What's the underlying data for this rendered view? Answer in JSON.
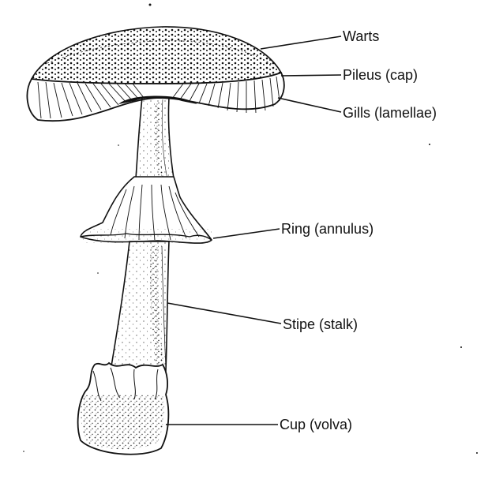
{
  "diagram": {
    "labels": {
      "warts": "Warts",
      "pileus": "Pileus (cap)",
      "gills": "Gills (lamellae)",
      "ring": "Ring (annulus)",
      "stipe": "Stipe (stalk)",
      "cup": "Cup (volva)"
    }
  },
  "colors": {
    "ink": "#111111",
    "paper": "#ffffff"
  }
}
